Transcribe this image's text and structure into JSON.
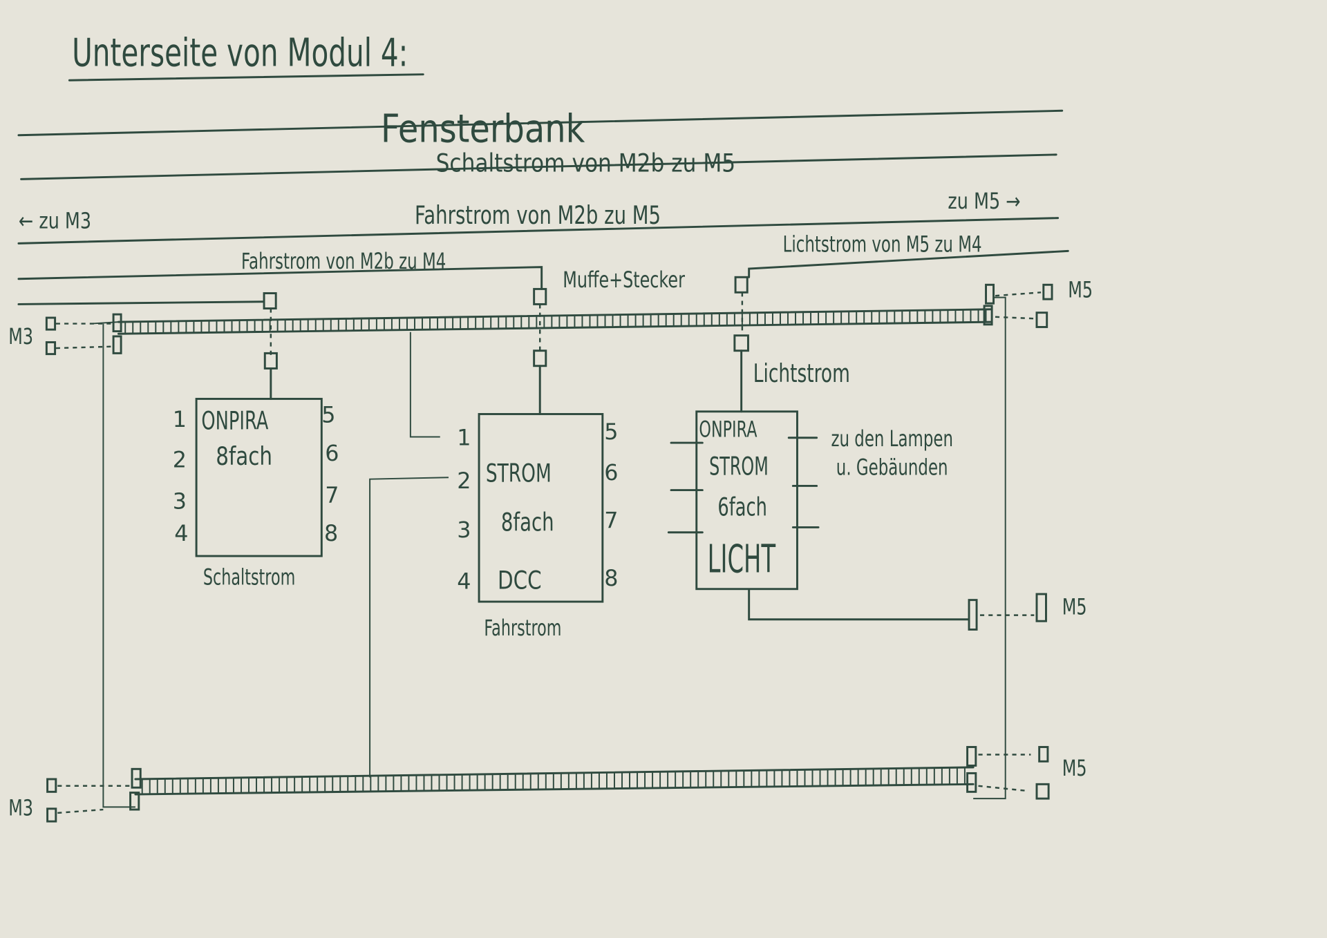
{
  "title": "Unterseite von Modul 4:",
  "lines": {
    "fensterbank": "Fensterbank",
    "schaltstrom_m2b_m5": "Schaltstrom von M2b zu M5",
    "to_m3": "← zu M3",
    "fahrstrom_m2b_m5": "Fahrstrom von M2b zu M5",
    "to_m5": "zu M5 →",
    "lichtstrom_m5_m4": "Lichtstrom von M5 zu M4",
    "fahrstrom_m2b_m4": "Fahrstrom von M2b zu M4",
    "muffe_stecker": "Muffe+Stecker",
    "lichtstrom": "Lichtstrom"
  },
  "modules": {
    "schalt": {
      "line1": "ONPIRA",
      "line2": "8fach",
      "caption": "Schaltstrom",
      "pins": [
        "1",
        "2",
        "3",
        "4",
        "5",
        "6",
        "7",
        "8"
      ]
    },
    "fahr": {
      "line1": "STROM",
      "line2": "8fach",
      "line3": "DCC",
      "caption": "Fahrstrom",
      "pins": [
        "1",
        "2",
        "3",
        "4",
        "5",
        "6",
        "7",
        "8"
      ]
    },
    "licht": {
      "line1": "ONPIRA",
      "line2": "STROM",
      "line3": "6fach",
      "line4": "LICHT",
      "note1": "zu den Lampen",
      "note2": "u. Gebäunden"
    }
  },
  "labels": {
    "m3": "M3",
    "m5": "M5"
  }
}
